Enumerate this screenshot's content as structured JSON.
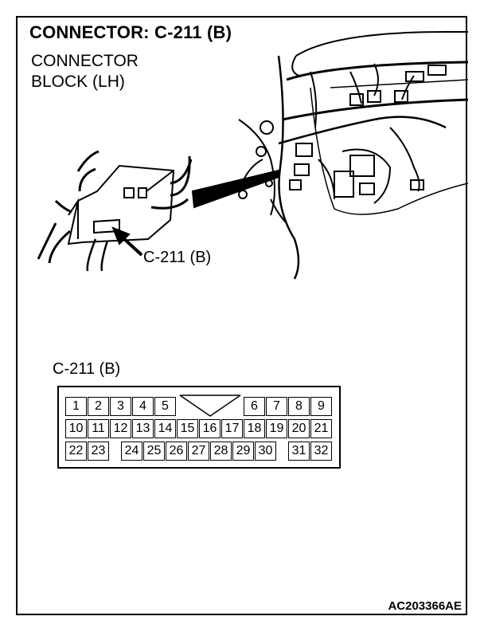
{
  "header": {
    "title": "CONNECTOR: C-211 (B)"
  },
  "location": {
    "line1": "CONNECTOR",
    "line2": "BLOCK (LH)"
  },
  "illustration": {
    "callout": "C-211 (B)"
  },
  "connector": {
    "label": "C-211 (B)",
    "rows": [
      [
        "1",
        "2",
        "3",
        "4",
        "5",
        "",
        "",
        "",
        "6",
        "7",
        "8",
        "9"
      ],
      [
        "10",
        "11",
        "12",
        "13",
        "14",
        "15",
        "16",
        "17",
        "18",
        "19",
        "20",
        "21"
      ],
      [
        "22",
        "23",
        "",
        "24",
        "25",
        "26",
        "27",
        "28",
        "29",
        "30",
        "",
        "31",
        "32"
      ]
    ]
  },
  "figure_id": "AC203366AE"
}
